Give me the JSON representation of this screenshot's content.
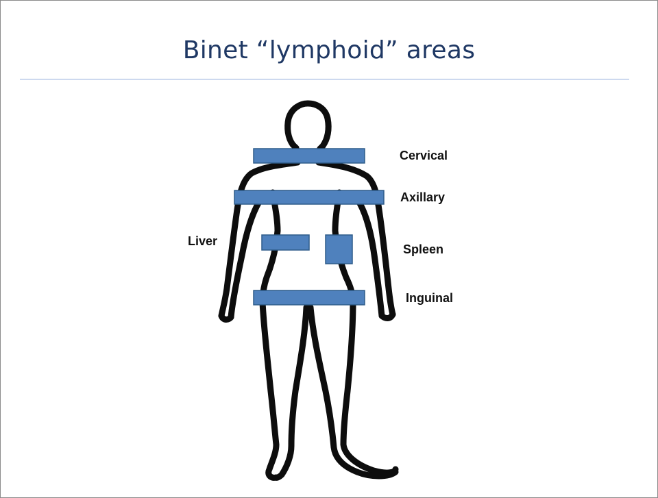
{
  "slide": {
    "title": "Binet “lymphoid” areas"
  },
  "regions": [
    {
      "id": "cervical",
      "label": "Cervical",
      "color": "#4f81bd"
    },
    {
      "id": "axillary",
      "label": "Axillary",
      "color": "#4f81bd"
    },
    {
      "id": "liver",
      "label": "Liver",
      "color": "#4f81bd"
    },
    {
      "id": "spleen",
      "label": "Spleen",
      "color": "#4f81bd"
    },
    {
      "id": "inguinal",
      "label": "Inguinal",
      "color": "#4f81bd"
    }
  ],
  "colors": {
    "title": "#1f3864",
    "rule": "#8eaadb",
    "region_fill": "#4f81bd",
    "region_stroke": "#2e5c8a",
    "outline": "#0d0d0d"
  }
}
